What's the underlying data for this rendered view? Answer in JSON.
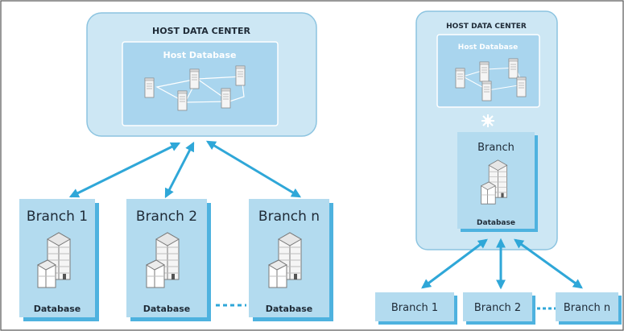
{
  "colors": {
    "frame_border": "#555555",
    "host_fill": "#cde7f4",
    "host_stroke": "#8cc4e0",
    "hostdb_fill": "#a9d5ee",
    "branch_fill": "#b3dbef",
    "branch_shadow": "#4eb2df",
    "arrow": "#2fa7d8",
    "server_fill": "#f5f5f5",
    "server_stroke": "#8a8a8a"
  },
  "left": {
    "host_center_title": "HOST DATA CENTER",
    "host_database_label": "Host Database",
    "branches": [
      {
        "label": "Branch 1",
        "db_label": "Database"
      },
      {
        "label": "Branch 2",
        "db_label": "Database"
      },
      {
        "label": "Branch n",
        "db_label": "Database"
      }
    ]
  },
  "right": {
    "host_center_title": "HOST DATA CENTER",
    "host_database_label": "Host Database",
    "central_branch": {
      "label": "Branch",
      "db_label": "Database"
    },
    "branches": [
      {
        "label": "Branch 1"
      },
      {
        "label": "Branch 2"
      },
      {
        "label": "Branch n"
      }
    ]
  }
}
